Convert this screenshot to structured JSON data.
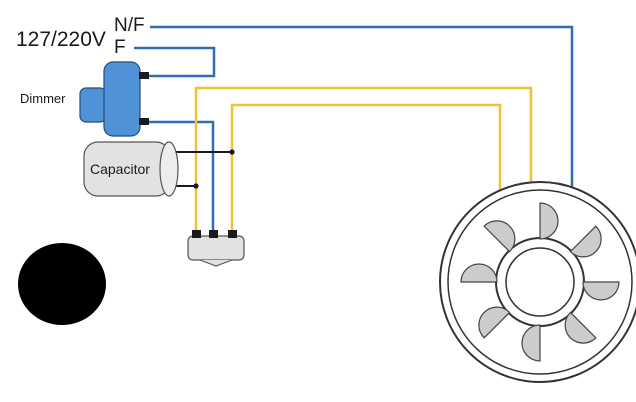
{
  "labels": {
    "voltage": "127/220V",
    "neutral_phase": "N/F",
    "phase": "F",
    "dimmer": "Dimmer",
    "capacitor": "Capacitor"
  },
  "colors": {
    "wire_blue": "#2f6db5",
    "wire_yellow": "#f2c12e",
    "wire_black": "#1a1a1a",
    "dimmer_body": "#4f93d6",
    "capacitor_body": "#e2e2e2",
    "fan_blade": "#cccccc"
  }
}
